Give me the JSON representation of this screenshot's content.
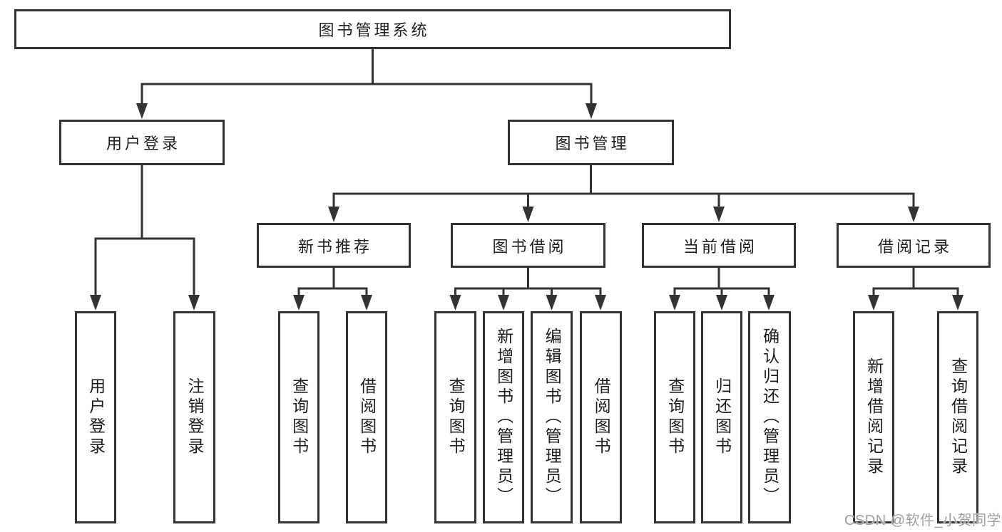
{
  "colors": {
    "background": "#ffffff",
    "node_border": "#333333",
    "connector": "#333333",
    "node_text": "#1f1f1f",
    "watermark_text": "#a0a0a0"
  },
  "tree": {
    "root": {
      "label": "图书管理系统"
    },
    "children": [
      {
        "label": "用户登录",
        "children": [
          {
            "label": "用户登录"
          },
          {
            "label": "注销登录"
          }
        ]
      },
      {
        "label": "图书管理",
        "children": [
          {
            "label": "新书推荐",
            "children": [
              {
                "label": "查询图书"
              },
              {
                "label": "借阅图书"
              }
            ]
          },
          {
            "label": "图书借阅",
            "children": [
              {
                "label": "查询图书"
              },
              {
                "label": "新增图书（管理员）"
              },
              {
                "label": "编辑图书（管理员）"
              },
              {
                "label": "借阅图书"
              }
            ]
          },
          {
            "label": "当前借阅",
            "children": [
              {
                "label": "查询图书"
              },
              {
                "label": "归还图书"
              },
              {
                "label": "确认归还（管理员）"
              }
            ]
          },
          {
            "label": "借阅记录",
            "children": [
              {
                "label": "新增借阅记录"
              },
              {
                "label": "查询借阅记录"
              }
            ]
          }
        ]
      }
    ]
  },
  "watermark": {
    "text": "CSDN @软件_小贺同学"
  }
}
